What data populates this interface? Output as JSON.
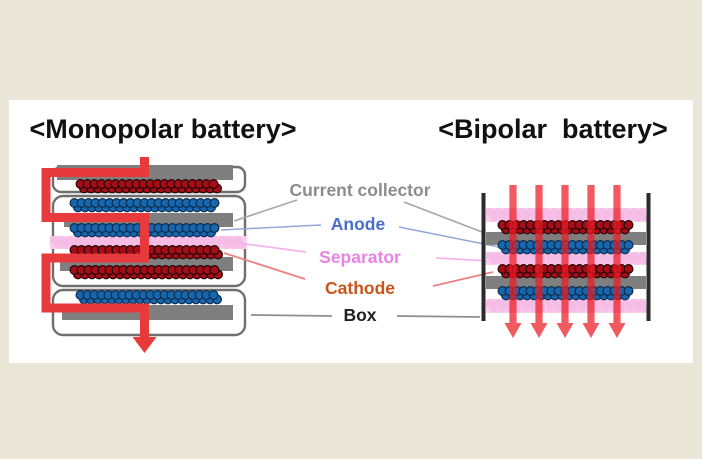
{
  "page": {
    "background": "#eae7d8",
    "panel_surface": "#ffffff"
  },
  "titles": {
    "monopolar": "<Monopolar battery>",
    "bipolar": "<Bipolar  battery>",
    "color": "#111111"
  },
  "legend": {
    "current_collector": {
      "label": "Current collector",
      "color": "#8c8c8c"
    },
    "anode": {
      "label": "Anode",
      "color": "#4a6fc9"
    },
    "separator": {
      "label": "Separator",
      "color": "#ea82e5"
    },
    "cathode": {
      "label": "Cathode",
      "color": "#c8551b"
    },
    "box": {
      "label": "Box",
      "color": "#1f1f1f"
    }
  },
  "colors": {
    "collector": "#7f7f7f",
    "anode_bead": "#1667ad",
    "anode_bead_stroke": "#0c2c4e",
    "cathode_bead": "#a50d17",
    "cathode_bead_stroke": "#230305",
    "separator_fill": "#f9cdec",
    "separator_scallop": "#f4b0e2",
    "current_flow": "#e8393c",
    "bipolar_arrow": "#ed1c24",
    "box_outline": "#6f6f6f",
    "box_fill": "#ffffff",
    "plate": "#2b2b2b",
    "leader_gray": "#a6a6a6",
    "leader_blue": "#93a9dc",
    "leader_pink": "#f3b5e8",
    "leader_red": "#ee8181",
    "leader_dark": "#8f8f8f"
  }
}
